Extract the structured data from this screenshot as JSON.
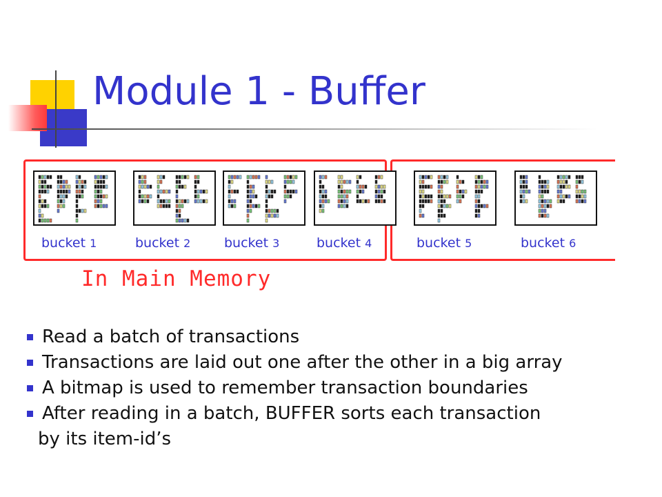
{
  "slide": {
    "title": "Module 1 - Buffer",
    "memory_label": "In Main Memory",
    "accent_color": "#3333cc",
    "highlight_color": "#ff2a2a"
  },
  "buckets": [
    {
      "word": "bucket",
      "number": "1"
    },
    {
      "word": "bucket",
      "number": "2"
    },
    {
      "word": "bucket",
      "number": "3"
    },
    {
      "word": "bucket",
      "number": "4"
    },
    {
      "word": "bucket",
      "number": "5"
    },
    {
      "word": "bucket",
      "number": "6"
    }
  ],
  "bullets": [
    {
      "text": "Read a batch of transactions"
    },
    {
      "text": "Transactions are laid out one after the other in a big array"
    },
    {
      "text": "A bitmap is used to remember transaction boundaries"
    },
    {
      "text": "After reading in a batch, BUFFER sorts each transaction",
      "continuation": "by its item-id’s"
    }
  ]
}
